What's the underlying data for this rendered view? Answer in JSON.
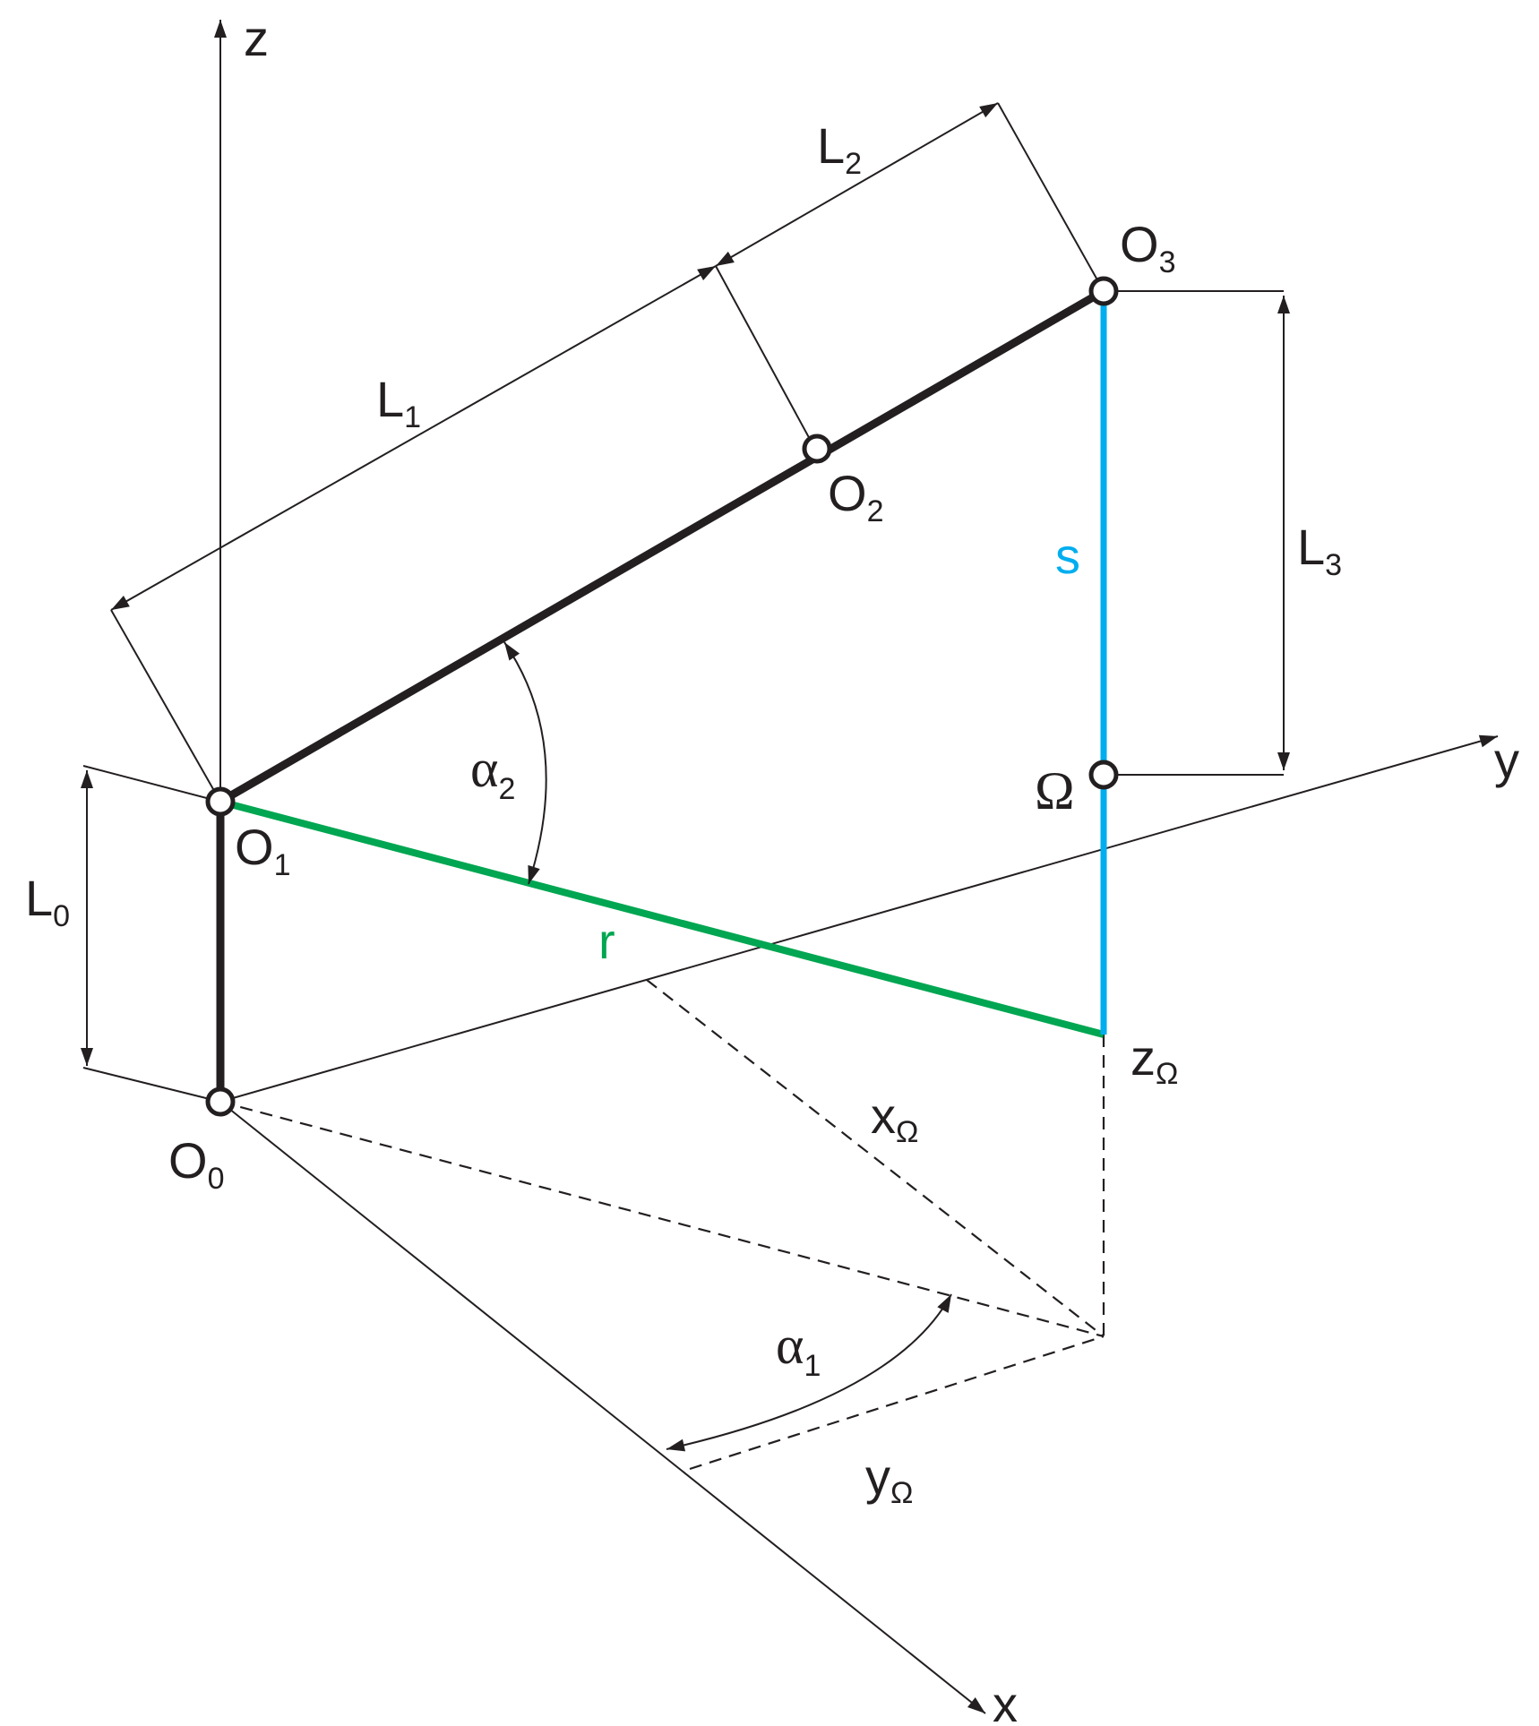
{
  "colors": {
    "ink": "#231f20",
    "r_segment": "#00a651",
    "s_segment": "#00aeef"
  },
  "axes": {
    "x": "x",
    "y": "y",
    "z": "z"
  },
  "points": {
    "O0": "O",
    "O1": "O",
    "O2": "O",
    "O3": "O",
    "omega": "Ω"
  },
  "point_subs": {
    "O0": "0",
    "O1": "1",
    "O2": "2",
    "O3": "3"
  },
  "lengths": {
    "L0": "L",
    "L1": "L",
    "L2": "L",
    "L3": "L"
  },
  "length_subs": {
    "L0": "0",
    "L1": "1",
    "L2": "2",
    "L3": "3"
  },
  "segments": {
    "r": "r",
    "s": "s"
  },
  "angles": {
    "alpha1": "α",
    "alpha2": "α",
    "alpha1_sub": "1",
    "alpha2_sub": "2"
  },
  "coords": {
    "x": "x",
    "y": "y",
    "z": "z",
    "sub": "Ω"
  }
}
